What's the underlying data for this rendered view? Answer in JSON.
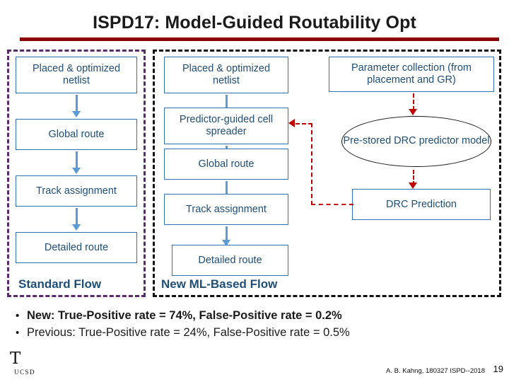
{
  "slide": {
    "title": "ISPD17: Model-Guided Routability Opt",
    "number": "19",
    "credit": "A. B. Kahng, 180327 ISPD--2018",
    "accent_color": "#8B0000"
  },
  "logo": {
    "mark": "Т",
    "text": "UCSD"
  },
  "diagram": {
    "standard_flow": {
      "caption": "Standard Flow",
      "frame_color": "#5b2a6e",
      "steps": [
        "Placed & optimized netlist",
        "Global route",
        "Track assignment",
        "Detailed route"
      ]
    },
    "ml_flow": {
      "caption": "New ML-Based Flow",
      "frame_color": "#111111",
      "steps": [
        "Placed & optimized netlist",
        "Predictor-guided cell spreader",
        "Global route",
        "Track assignment",
        "Detailed route"
      ],
      "side_blocks": [
        "Parameter collection (from placement and GR)",
        "Pre-stored DRC predictor model",
        "DRC Prediction"
      ],
      "connector_color": "#c00000"
    },
    "box_border_color": "#2e74b5",
    "box_text_color": "#1f4e79",
    "arrow_color": "#5b9bd5"
  },
  "bullets": [
    {
      "dot": "•",
      "label": "New:",
      "text": " True-Positive rate = 74%, False-Positive rate = 0.2%",
      "bold": true
    },
    {
      "dot": "•",
      "label": "Previous:",
      "text": " True-Positive rate = 24%, False-Positive rate = 0.5%",
      "bold": false
    }
  ]
}
